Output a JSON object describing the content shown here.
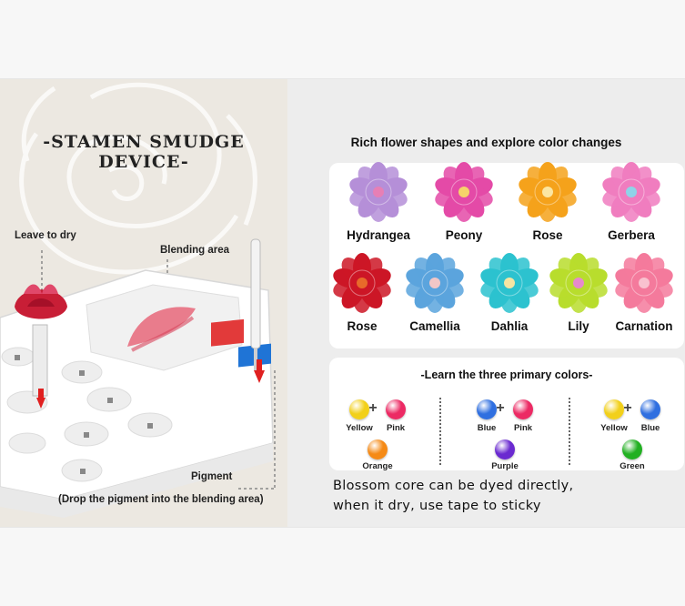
{
  "device_title": "-STAMEN SMUDGE DEVICE-",
  "labels": {
    "leave_to_dry": "Leave to dry",
    "blending_area": "Blending area",
    "pigment": "Pigment",
    "drop_note": "(Drop the pigment into the blending area)"
  },
  "flowers_title": "Rich flower shapes and explore color changes",
  "flowers": [
    {
      "name": "Hydrangea",
      "color": "#b58fd8",
      "center": "#e77fb5"
    },
    {
      "name": "Peony",
      "color": "#e44aa7",
      "center": "#f6d36a"
    },
    {
      "name": "Rose",
      "color": "#f5a21b",
      "center": "#fbe6a2"
    },
    {
      "name": "Gerbera",
      "color": "#f07dbf",
      "center": "#8fd3e8"
    },
    {
      "name": "Rose",
      "color": "#cc1626",
      "center": "#e86a2a"
    },
    {
      "name": "Camellia",
      "color": "#5ba4dd",
      "center": "#f2c7c7"
    },
    {
      "name": "Dahlia",
      "color": "#2cc2cf",
      "center": "#f5e5a3"
    },
    {
      "name": "Lily",
      "color": "#b8dd2d",
      "center": "#e68acb"
    },
    {
      "name": "Carnation",
      "color": "#f47a9c",
      "center": "#f9c1cf"
    }
  ],
  "primary_title": "-Learn the three primary colors-",
  "mixes": [
    {
      "a": "Yellow",
      "a_color": "#f2d01a",
      "b": "Pink",
      "b_color": "#ec2a64",
      "result": "Orange",
      "result_color": "#f58a16"
    },
    {
      "a": "Blue",
      "a_color": "#2f6fe0",
      "b": "Pink",
      "b_color": "#ec2a64",
      "result": "Purple",
      "result_color": "#6a2ad0"
    },
    {
      "a": "Yellow",
      "a_color": "#f2d01a",
      "b": "Blue",
      "b_color": "#2f6fe0",
      "result": "Green",
      "result_color": "#22b022"
    }
  ],
  "plus": "+",
  "core_text_1": "Blossom core can be dyed directly,",
  "core_text_2": "when it dry, use tape to sticky"
}
